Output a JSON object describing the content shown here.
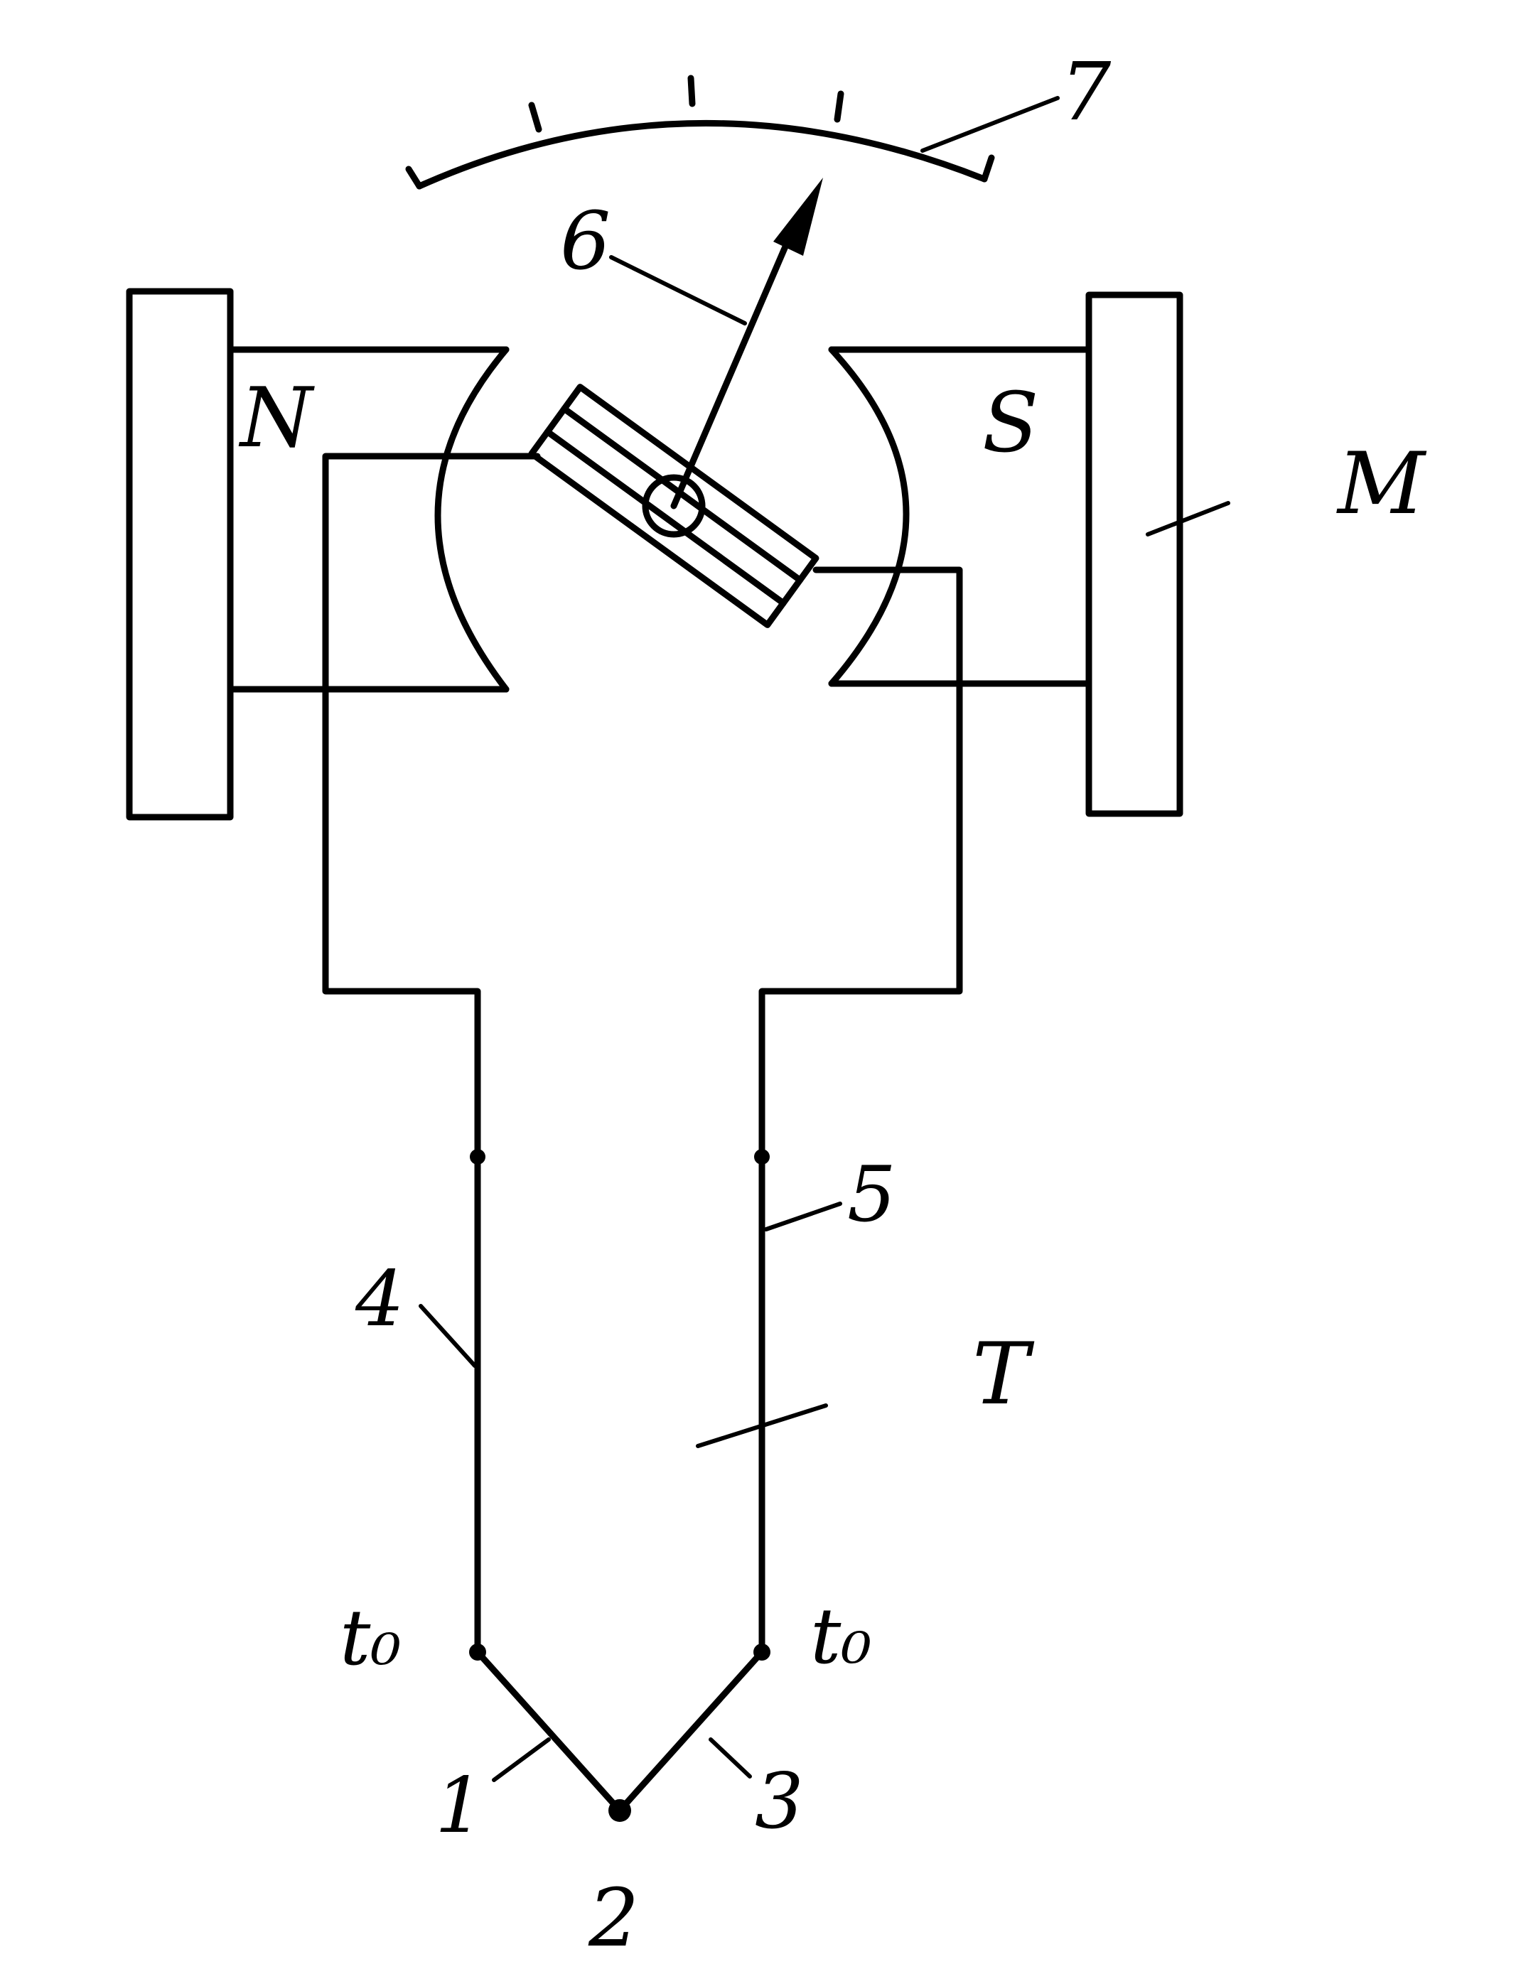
{
  "labels": {
    "n_pole": "N",
    "s_pole": "S",
    "magnet": "M",
    "body": "T",
    "scale": "7",
    "pointer": "6",
    "wire_left": "4",
    "wire_right": "5",
    "thermo_left": "1",
    "hot_junction": "2",
    "thermo_right": "3",
    "cold_junction_left": "t₀",
    "cold_junction_right": "t₀"
  },
  "colors": {
    "stroke": "#000000",
    "background": "#ffffff"
  }
}
